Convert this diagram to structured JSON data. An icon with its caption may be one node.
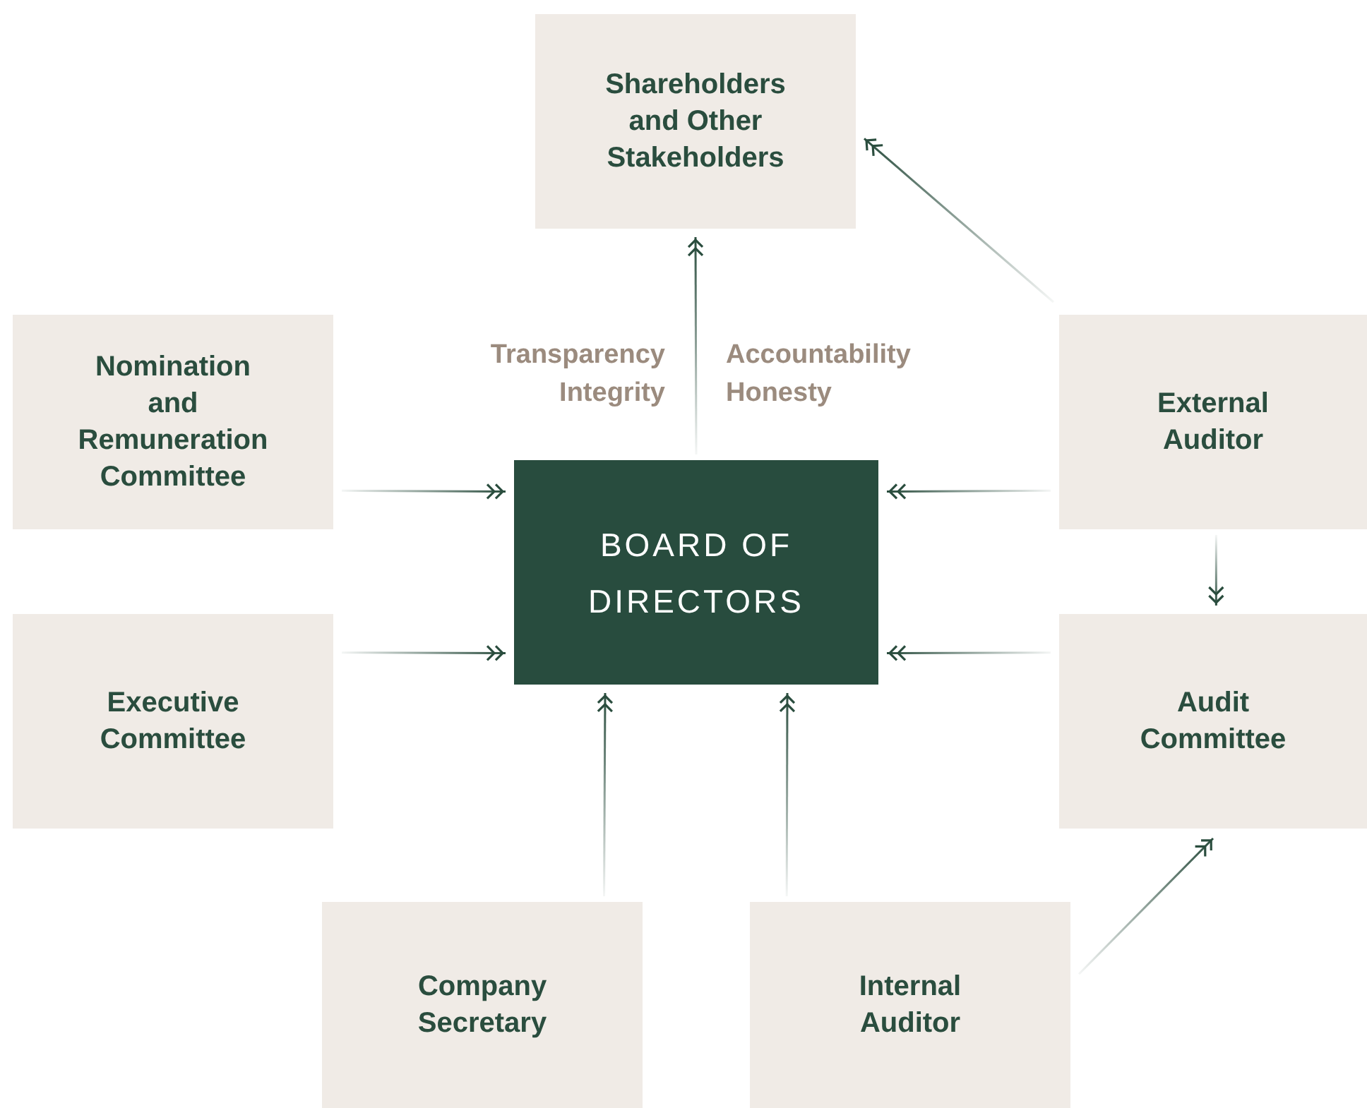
{
  "diagram": {
    "nodes": [
      {
        "text": [
          "Shareholders and Other Stakeholders"
        ]
      },
      {
        "text": [
          "Nomination and Remuneration Committee"
        ]
      },
      {
        "text": [
          "External Auditor"
        ]
      },
      {
        "text": [
          "BOARD OF DIRECTORS"
        ]
      },
      {
        "text": [
          "Executive Committee"
        ]
      },
      {
        "text": [
          "Audit Committee"
        ]
      },
      {
        "text": [
          "Company Secretary"
        ]
      },
      {
        "text": [
          "Internal Auditor"
        ]
      }
    ],
    "edges": [
      {
        "from": 3,
        "to": 0,
        "arrow": "to"
      },
      {
        "from": 2,
        "to": 0,
        "arrow": "to"
      },
      {
        "from": 1,
        "to": 3,
        "arrow": "to"
      },
      {
        "from": 2,
        "to": 3,
        "arrow": "to"
      },
      {
        "from": 2,
        "to": 5,
        "arrow": "to"
      },
      {
        "from": 4,
        "to": 3,
        "arrow": "to"
      },
      {
        "from": 5,
        "to": 3,
        "arrow": "to"
      },
      {
        "from": 6,
        "to": 3,
        "arrow": "to"
      },
      {
        "from": 7,
        "to": 3,
        "arrow": "to"
      },
      {
        "from": 7,
        "to": 5,
        "arrow": "to"
      }
    ],
    "labels": [
      "Transparency",
      "Accountability",
      "Integrity",
      "Honesty"
    ]
  }
}
